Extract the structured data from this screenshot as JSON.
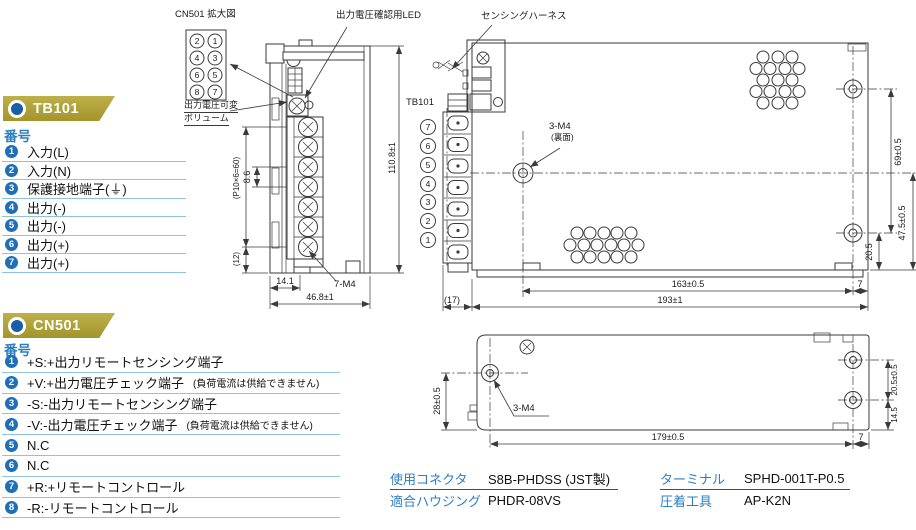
{
  "colors": {
    "accent_blue": "#2b7ec1",
    "bullet_blue": "#1e6fb8",
    "badge_gold": "#ab9d33",
    "badge_circle_blue": "#1a5ea8",
    "separator_blue": "#8fc1e1",
    "line": "#3a3a3a"
  },
  "tb101": {
    "badge": "TB101",
    "heading": "番号",
    "rows": [
      {
        "num": "1",
        "label": "入力(L)"
      },
      {
        "num": "2",
        "label": "入力(N)"
      },
      {
        "num": "3",
        "label": "保護接地端子(⏚)"
      },
      {
        "num": "4",
        "label": "出力(-)"
      },
      {
        "num": "5",
        "label": "出力(-)"
      },
      {
        "num": "6",
        "label": "出力(+)"
      },
      {
        "num": "7",
        "label": "出力(+)"
      }
    ]
  },
  "cn501": {
    "badge": "CN501",
    "heading": "番号",
    "rows": [
      {
        "num": "1",
        "label": "+S:+出力リモートセンシング端子",
        "note": ""
      },
      {
        "num": "2",
        "label": "+V:+出力電圧チェック端子",
        "note": "(負荷電流は供給できません)"
      },
      {
        "num": "3",
        "label": "-S:-出力リモートセンシング端子",
        "note": ""
      },
      {
        "num": "4",
        "label": "-V:-出力電圧チェック端子",
        "note": "(負荷電流は供給できません)"
      },
      {
        "num": "5",
        "label": "N.C",
        "note": ""
      },
      {
        "num": "6",
        "label": "N.C",
        "note": ""
      },
      {
        "num": "7",
        "label": "+R:+リモートコントロール",
        "note": ""
      },
      {
        "num": "8",
        "label": "-R:-リモートコントロール",
        "note": ""
      }
    ]
  },
  "connector_info": {
    "rows_left": [
      {
        "label": "使用コネクタ",
        "value": "S8B-PHDSS (JST製)"
      },
      {
        "label": "適合ハウジング",
        "value": "PHDR-08VS"
      }
    ],
    "rows_right": [
      {
        "label": "ターミナル",
        "value": "SPHD-001T-P0.5"
      },
      {
        "label": "圧着工具",
        "value": "AP-K2N"
      }
    ]
  },
  "enlarged": {
    "title": "CN501 拡大図",
    "pins": [
      "2",
      "1",
      "4",
      "3",
      "6",
      "5",
      "8",
      "7"
    ]
  },
  "front_view": {
    "led_label": "出力電圧確認用LED",
    "volume_label_line1": "出力電圧可変",
    "volume_label_line2": "ボリューム",
    "dim_height": "110.8±1",
    "dim_width": "46.8±1",
    "dim_left": "14.1",
    "screw_label": "7-M4",
    "dim_pitch": "8.6",
    "dim_pitch_total": "(P10×6=60)",
    "dim_bottom": "(12)"
  },
  "side_view": {
    "harness_label": "センシングハーネス",
    "tb_label": "TB101",
    "pins": [
      "7",
      "6",
      "5",
      "4",
      "3",
      "2",
      "1"
    ],
    "hole_label": "3-M4",
    "hole_label_note": "(裏面)",
    "dim_hole_top": "69±0.5",
    "dim_hole_bottom": "47.5±0.5",
    "dim_hole_low": "20.5",
    "dim_mount_width": "163±0.5",
    "dim_edge": "7",
    "dim_total_width": "193±1",
    "dim_terminal_depth": "(17)"
  },
  "bottom_view": {
    "hole_label": "3-M4",
    "dim_depth": "28±0.5",
    "dim_mount_width": "179±0.5",
    "dim_edge": "7",
    "dim_hole_upper": "20.5±0.5",
    "dim_hole_lower": "14.5"
  }
}
